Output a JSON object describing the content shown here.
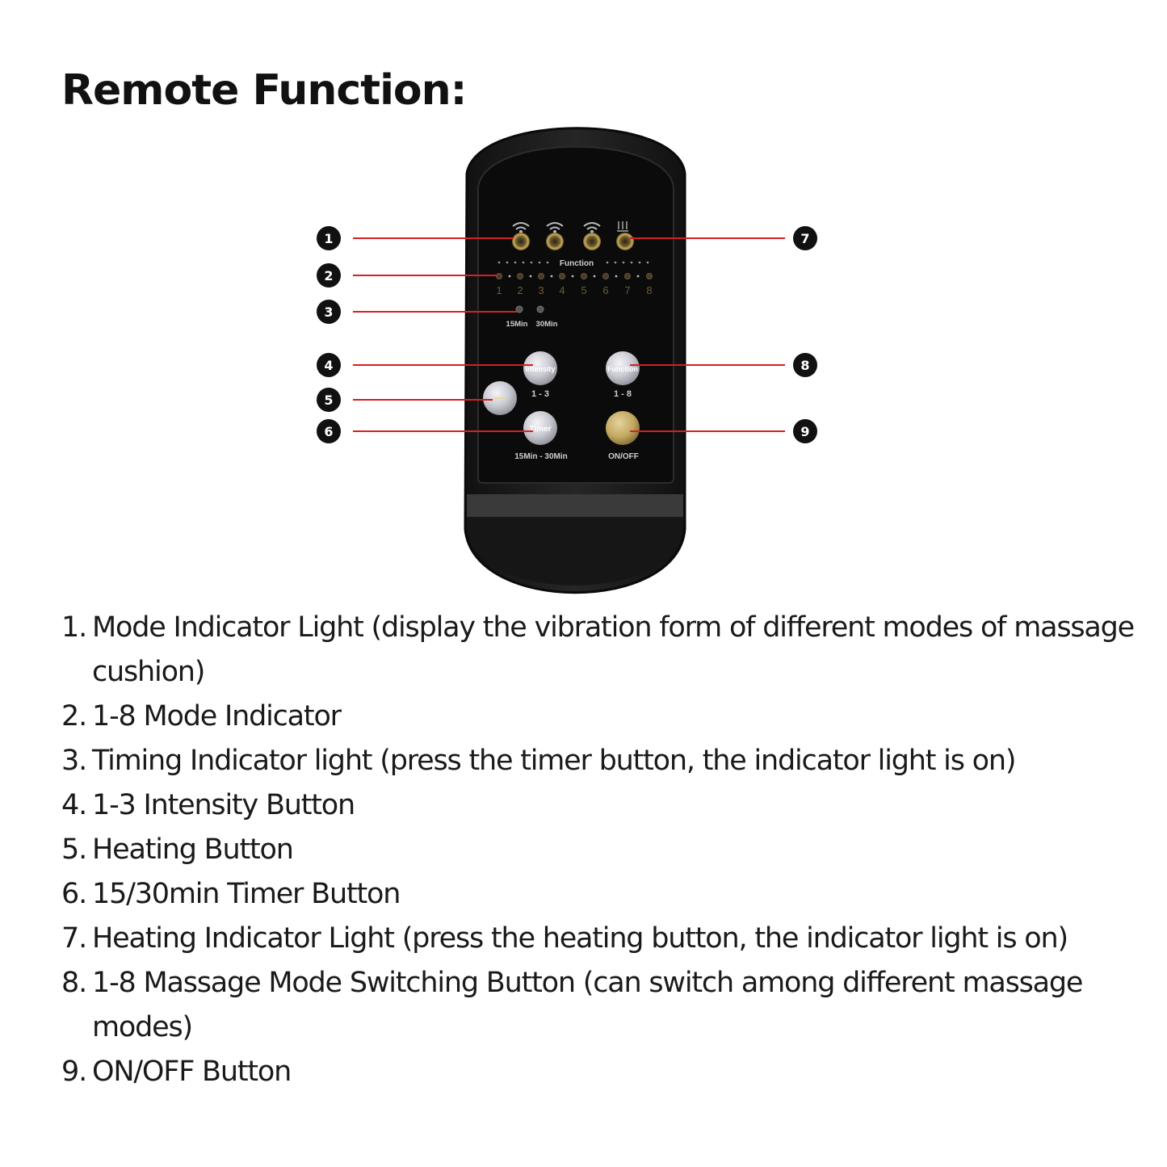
{
  "title": "Remote Function:",
  "remote": {
    "function_label": "Function",
    "mode_numbers": [
      "1",
      "2",
      "3",
      "4",
      "5",
      "6",
      "7",
      "8"
    ],
    "timer_labels": [
      "15Min",
      "30Min"
    ],
    "buttons": {
      "intensity": {
        "face": "Intensity",
        "caption": "1 - 3"
      },
      "function": {
        "face": "Function",
        "caption": "1 - 8"
      },
      "timer": {
        "face": "Timer",
        "caption": "15Min - 30Min"
      },
      "power": {
        "caption": "ON/OFF"
      }
    },
    "callout_numbers": [
      "1",
      "2",
      "3",
      "4",
      "5",
      "6",
      "7",
      "8",
      "9"
    ]
  },
  "items": [
    {
      "num": "1.",
      "text": "Mode Indicator Light (display the vibration form of different modes of massage cushion)"
    },
    {
      "num": "2.",
      "text": "1-8 Mode Indicator"
    },
    {
      "num": "3.",
      "text": "Timing Indicator light (press the timer button, the indicator light is on)"
    },
    {
      "num": "4.",
      "text": "1-3 Intensity Button"
    },
    {
      "num": "5.",
      "text": "Heating Button"
    },
    {
      "num": "6.",
      "text": "15/30min Timer Button"
    },
    {
      "num": "7.",
      "text": "Heating Indicator Light (press the heating button, the indicator light is on)"
    },
    {
      "num": "8.",
      "text": "1-8 Massage Mode Switching Button (can switch among different massage modes)"
    },
    {
      "num": "9.",
      "text": "ON/OFF Button"
    }
  ],
  "colors": {
    "callout_line": "#d42020",
    "remote_body": "#1c1c1c",
    "panel": "#0b0b0b",
    "gold_button": "#c2a860",
    "gray_button": "#c9c9d1"
  }
}
